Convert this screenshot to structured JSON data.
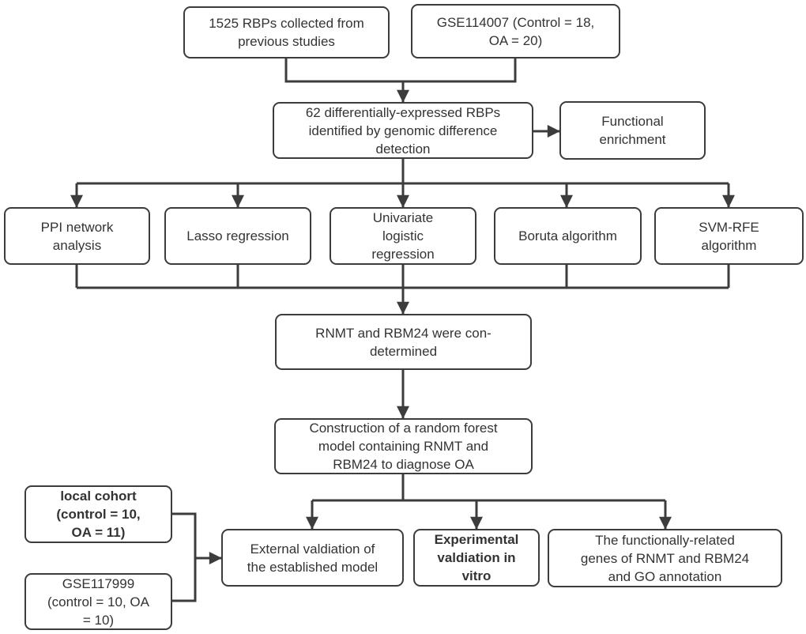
{
  "figure": {
    "type": "flowchart",
    "description": "Study design flowchart for identification and validation of RNMT and RBM24 as diagnostic RBP genes in osteoarthritis"
  },
  "colors": {
    "line": "#3c3c3c",
    "box_border": "#3c3c3c",
    "box_background": "#ffffff",
    "text": "#333333",
    "page_background": "#ffffff"
  },
  "nodes": {
    "collected_rbps": {
      "label": "1525 RBPs collected from\nprevious studies",
      "bold": false
    },
    "gse114007": {
      "label": "GSE114007 (Control = 18,\nOA = 20)",
      "bold": false
    },
    "degs": {
      "label": "62 differentially-expressed RBPs\nidentified by genomic difference\ndetection",
      "bold": false
    },
    "functional_enrichment": {
      "label": "Functional\nenrichment",
      "bold": false
    },
    "ppi_network": {
      "label": "PPI network\nanalysis",
      "bold": false
    },
    "lasso": {
      "label": "Lasso regression",
      "bold": false
    },
    "univariate": {
      "label": "Univariate\nlogistic\nregression",
      "bold": false
    },
    "boruta": {
      "label": "Boruta algorithm",
      "bold": false
    },
    "svm_rfe": {
      "label": "SVM-RFE\nalgorithm",
      "bold": false
    },
    "con_determined": {
      "label": "RNMT and RBM24 were con-\ndetermined",
      "bold": false
    },
    "random_forest": {
      "label": "Construction of a random forest\nmodel containing RNMT and\nRBM24 to diagnose OA",
      "bold": false
    },
    "local_cohort": {
      "label": "local cohort\n(control = 10,\nOA = 11)",
      "bold": true
    },
    "gse117999": {
      "label": "GSE117999\n(control = 10, OA\n= 10)",
      "bold": false
    },
    "external_validation": {
      "label": "External valdiation of\nthe established model",
      "bold": false
    },
    "experimental_validation": {
      "label": "Experimental\nvaldiation in\nvitro",
      "bold": true
    },
    "functional_genes": {
      "label": "The functionally-related\ngenes of RNMT and RBM24\nand GO annotation",
      "bold": false
    }
  }
}
